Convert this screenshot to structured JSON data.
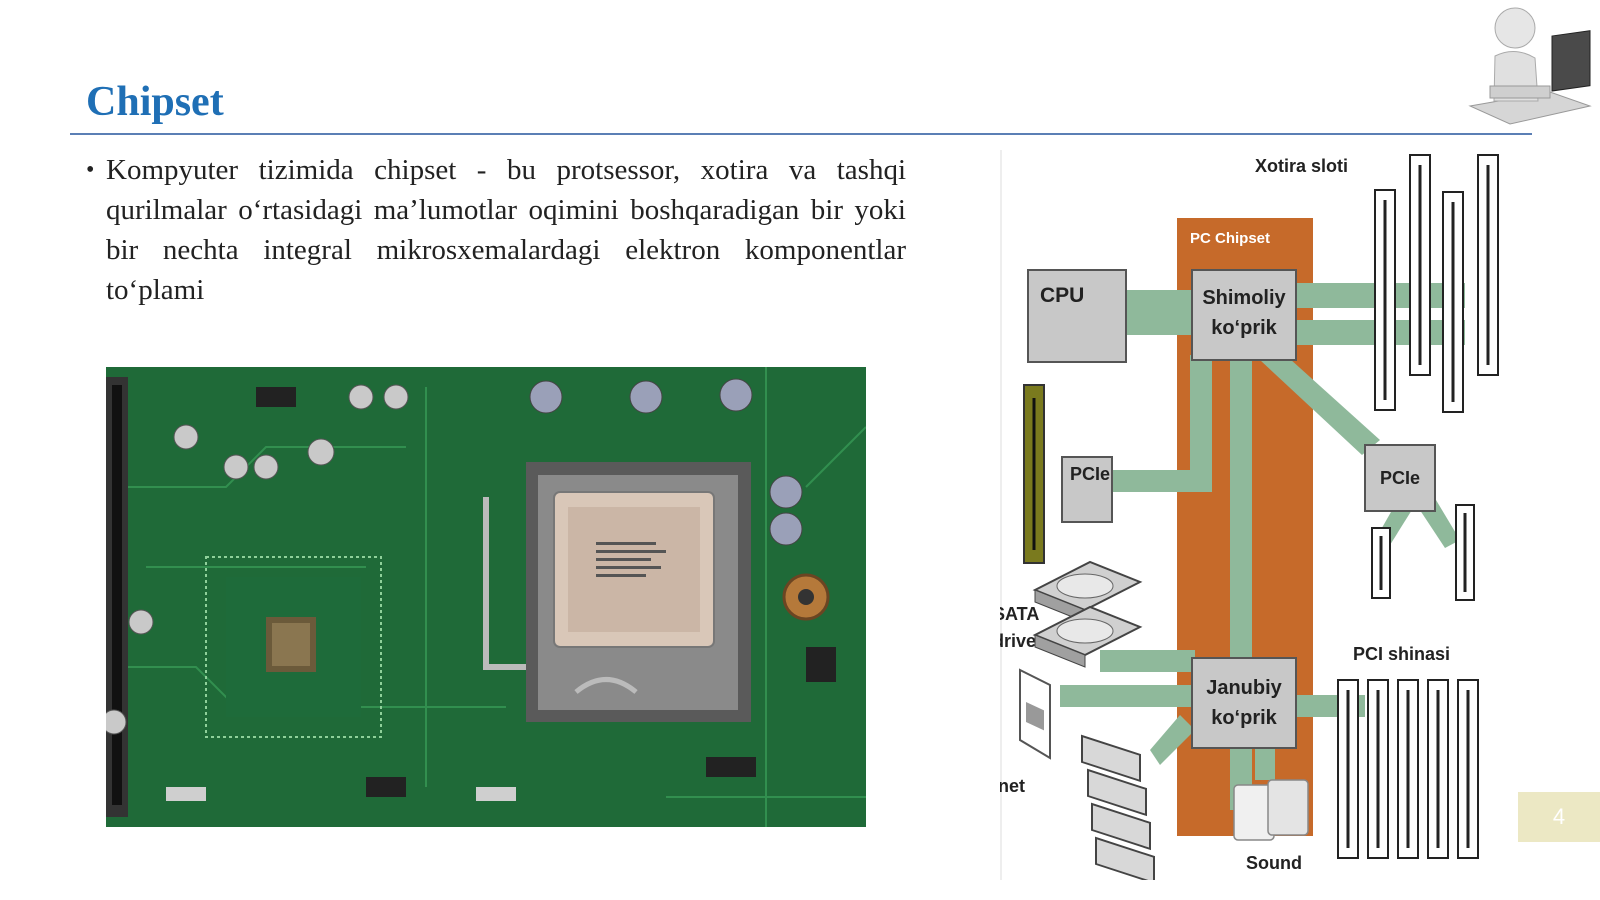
{
  "slide": {
    "title": "Chipset",
    "bullet": "Kompyuter tizimida chipset - bu protsessor, xotira va tashqi qurilmalar o‘rtasidagi ma’lumotlar oqimini boshqaradigan bir yoki bir nechta integral mikrosxemalardagi elektron komponentlar to‘plami",
    "page_number": "4"
  },
  "diagram": {
    "memory_slot_label": "Xotira sloti",
    "chipset_label": "PC Chipset",
    "cpu_label": "CPU",
    "north_bridge_line1": "Shimoliy",
    "north_bridge_line2": "ko‘prik",
    "pcie_left_label": "PCIe",
    "pcie_right_label": "PCIe",
    "sata_line1": "SATA",
    "sata_line2": "driver",
    "south_bridge_line1": "Janubiy",
    "south_bridge_line2": "ko‘prik",
    "pci_bus_label": "PCI shinasi",
    "ethernet_label": "Ethernet",
    "sound_label": "Sound"
  },
  "colors": {
    "title": "#1f6fb5",
    "rule": "#5b7fb5",
    "chipset_fill": "#c66a2a",
    "bus_green": "#8fb99b",
    "block_grey": "#c8c8c8",
    "pcb_green": "#1f6b3a"
  }
}
